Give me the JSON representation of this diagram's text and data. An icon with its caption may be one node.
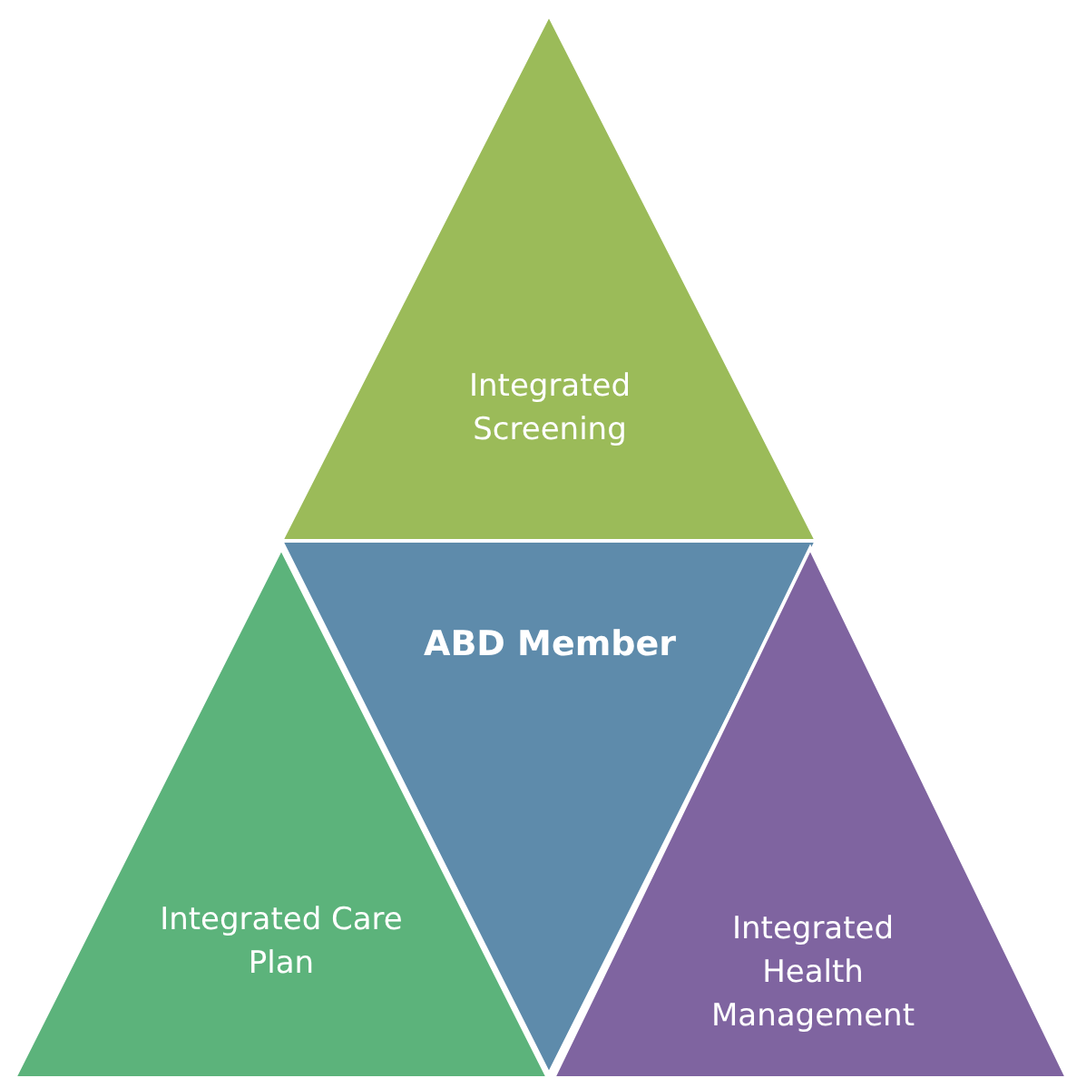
{
  "diagram": {
    "nodes": [
      {
        "text": [
          "Integrated Screening"
        ]
      },
      {
        "text": [
          "ABD Member"
        ]
      },
      {
        "text": [
          "Integrated Care Plan"
        ]
      },
      {
        "text": [
          "Integrated Health Management"
        ]
      }
    ]
  }
}
